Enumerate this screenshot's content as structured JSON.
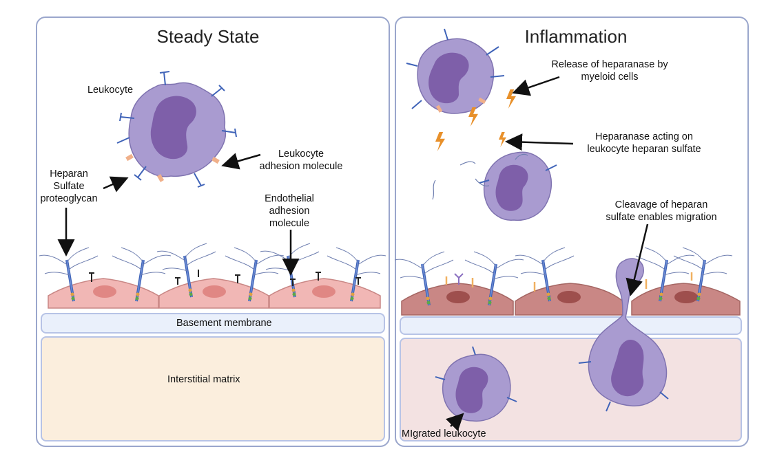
{
  "panels": {
    "left": {
      "title": "Steady State",
      "labels": {
        "leukocyte": "Leukocyte",
        "leukocyte_adhesion": "Leukocyte\nadhesion molecule",
        "heparan_sulfate": "Heparan\nSulfate\nproteoglycan",
        "endothelial_adhesion": "Endothelial\nadhesion\nmolecule",
        "basement_membrane": "Basement membrane",
        "interstitial_matrix": "Interstitial matrix"
      }
    },
    "right": {
      "title": "Inflammation",
      "labels": {
        "release_heparanase": "Release of heparanase by\nmyeloid cells",
        "heparanase_acting": "Heparanase acting on\nleukocyte heparan sulfate",
        "cleavage": "Cleavage of heparan\nsulfate enables migration",
        "migrated": "MIgrated leukocyte"
      }
    }
  },
  "colors": {
    "panel_border": "#9aa6cc",
    "leukocyte_fill": "#a99bd0",
    "nucleus_fill": "#7e5fa9",
    "endothelial_steady": "#f1b7b5",
    "endothelial_inflamed": "#c98785",
    "basement_membrane": "#eaf0fb",
    "interstitial_steady": "#fbeedd",
    "interstitial_inflamed": "#f3e2e2",
    "heparanase_bolt": "#e8902a"
  }
}
